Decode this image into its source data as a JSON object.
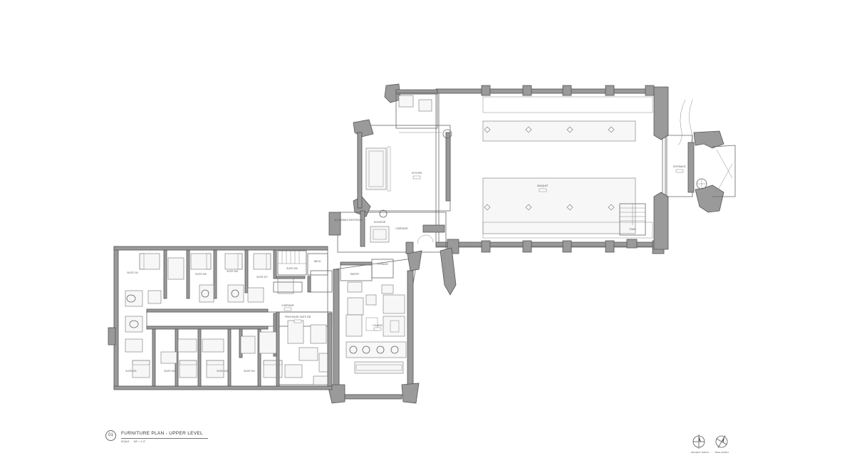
{
  "drawing": {
    "number": "01",
    "title": "FURNITURE PLAN - UPPER LEVEL",
    "scale_label": "SCALE:",
    "scale_value": "1/8\" = 1'-0\""
  },
  "north_arrows": [
    {
      "icon": "north-arrow-icon",
      "label": "PROJECT NORTH"
    },
    {
      "icon": "north-arrow-icon",
      "label": "TRUE NORTH"
    }
  ],
  "rooms": {
    "suite_1": "SUITE 210",
    "suite_2": "SUITE 209",
    "suite_3": "SUITE 208",
    "suite_4": "SUITE 207",
    "suite_5": "SUITE 206",
    "suite_6": "SUITE 201",
    "suite_7": "SUITE 202",
    "suite_8": "SUITE 203",
    "suite_9": "SUITE 204",
    "penthouse": "PENTHOUSE SUITE 205",
    "corridor": "CORRIDOR",
    "lounge": "LOUNGE",
    "banquet": "BANQUET",
    "vestibule": "ENTRANCE",
    "stair": "STAIR",
    "elevator": "ELEVATOR"
  },
  "colors": {
    "wall": "#9a9a9a",
    "line": "#666666",
    "paper": "#ffffff"
  }
}
